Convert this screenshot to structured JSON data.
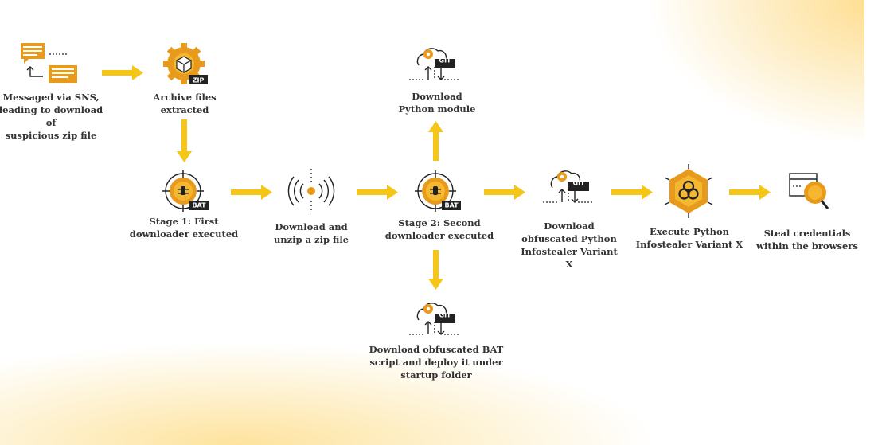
{
  "colors": {
    "accent": "#F5C518",
    "icon_orange": "#E89A1C",
    "icon_dark": "#222222",
    "text": "#333333"
  },
  "nodes": [
    {
      "id": "sns",
      "icon": "chat-bubbles-icon",
      "label": "Messaged via SNS,\nleading to download of\nsuspicious zip file"
    },
    {
      "id": "zip",
      "icon": "zip-gear-icon",
      "badge": "ZIP",
      "label": "Archive files\nextracted"
    },
    {
      "id": "stage1",
      "icon": "bat-target-icon",
      "badge": "BAT",
      "label": "Stage 1: First\ndownloader executed"
    },
    {
      "id": "unzip",
      "icon": "signal-waves-icon",
      "label": "Download and\nunzip a zip file"
    },
    {
      "id": "stage2",
      "icon": "bat-target-icon",
      "badge": "BAT",
      "label": "Stage 2: Second\ndownloader executed"
    },
    {
      "id": "pymod",
      "icon": "git-download-icon",
      "badge": "GIT",
      "label": "Download\nPython module"
    },
    {
      "id": "batscript",
      "icon": "git-download-icon",
      "badge": "GIT",
      "label": "Download obfuscated BAT\nscript and deploy it under\nstartup folder"
    },
    {
      "id": "obfpy",
      "icon": "git-download-icon",
      "badge": "GIT",
      "label": "Download\nobfuscated Python\nInfostealer Variant X"
    },
    {
      "id": "exec",
      "icon": "biohazard-hexagon-icon",
      "label": "Execute Python\nInfostealer Variant X"
    },
    {
      "id": "steal",
      "icon": "browser-magnifier-icon",
      "label": "Steal credentials\nwithin the browsers"
    }
  ]
}
